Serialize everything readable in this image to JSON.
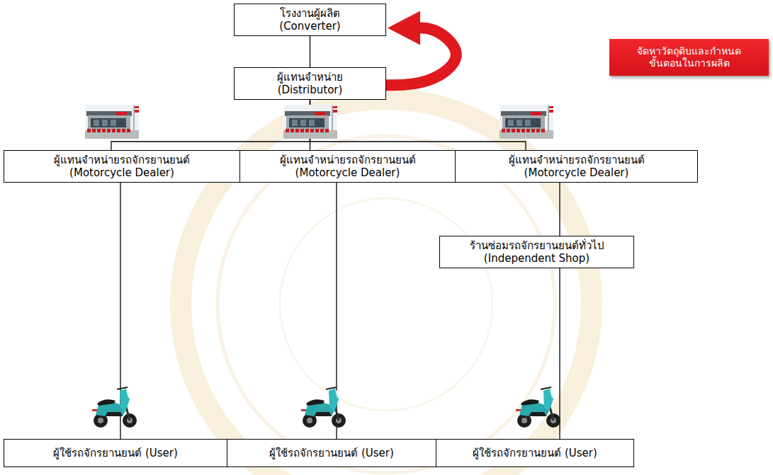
{
  "diagram": {
    "nodes": [
      {
        "text": [
          "โรงงานผู้ผลิต (Converter)"
        ]
      },
      {
        "text": [
          "จัดหาวัตถุดิบและกำหนด ขั้นตอนในการผลิต"
        ]
      },
      {
        "text": [
          "ผู้แทนจำหน่าย (Distributor)"
        ]
      },
      {
        "text": [
          "ผู้แทนจำหน่ายรถจักรยานยนต์ (Motorcycle Dealer)"
        ]
      },
      {
        "text": [
          "ผู้แทนจำหน่ายรถจักรยานยนต์ (Motorcycle Dealer)"
        ]
      },
      {
        "text": [
          "ผู้แทนจำหน่ายรถจักรยานยนต์ (Motorcycle Dealer)"
        ]
      },
      {
        "text": [
          "ร้านซ่อมรถจักรยานยนต์ทั่วไป (Independent Shop)"
        ]
      },
      {
        "text": [
          "ผู้ใช้รถจักรยานยนต์ (User)"
        ]
      },
      {
        "text": [
          "ผู้ใช้รถจักรยานยนต์ (User)"
        ]
      },
      {
        "text": [
          "ผู้ใช้รถจักรยานยนต์ (User)"
        ]
      }
    ],
    "edges": [
      {
        "from": 0,
        "to": 2,
        "arrow": "none"
      },
      {
        "from": 2,
        "to": 0,
        "arrow": "to"
      },
      {
        "from": 2,
        "to": 3,
        "arrow": "none"
      },
      {
        "from": 2,
        "to": 4,
        "arrow": "none"
      },
      {
        "from": 2,
        "to": 5,
        "arrow": "none"
      },
      {
        "from": 3,
        "to": 7,
        "arrow": "none"
      },
      {
        "from": 4,
        "to": 8,
        "arrow": "none"
      },
      {
        "from": 5,
        "to": 6,
        "arrow": "none"
      },
      {
        "from": 6,
        "to": 9,
        "arrow": "none"
      }
    ]
  }
}
